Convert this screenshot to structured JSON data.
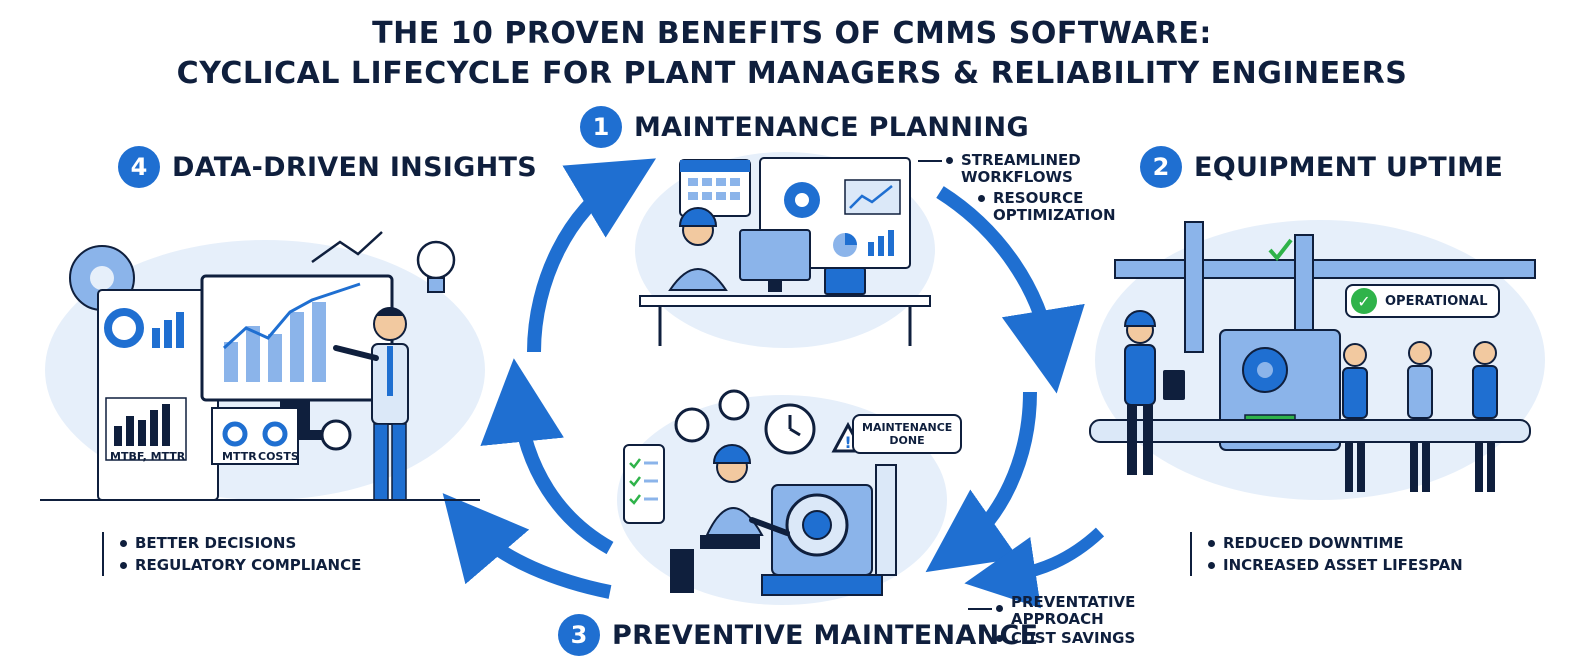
{
  "title": {
    "line1": "THE 10 PROVEN BENEFITS OF CMMS SOFTWARE:",
    "line2": "CYCLICAL LIFECYCLE FOR PLANT MANAGERS & RELIABILITY ENGINEERS"
  },
  "stages": {
    "s1": {
      "number": "1",
      "title": "MAINTENANCE PLANNING",
      "benefits": [
        "STREAMLINED WORKFLOWS",
        "RESOURCE OPTIMIZATION"
      ]
    },
    "s2": {
      "number": "2",
      "title": "EQUIPMENT UPTIME",
      "benefits": [
        "REDUCED DOWNTIME",
        "INCREASED ASSET LIFESPAN"
      ],
      "status_badge": "OPERATIONAL"
    },
    "s3": {
      "number": "3",
      "title": "PREVENTIVE MAINTENANCE",
      "benefits": [
        "PREVENTATIVE APPROACH",
        "COST SAVINGS"
      ],
      "sign": "MAINTENANCE DONE"
    },
    "s4": {
      "number": "4",
      "title": "DATA-DRIVEN INSIGHTS",
      "benefits": [
        "BETTER DECISIONS",
        "REGULATORY COMPLIANCE"
      ],
      "chart_label_a": "MTBF, MTTR",
      "chart_label_b": "MTTR",
      "chart_label_c": "COSTS"
    }
  },
  "colors": {
    "primary": "#1f6fd1",
    "dark": "#0f1f3d",
    "light_blue": "#dbe8f8",
    "mid_blue": "#8bb4ea",
    "green": "#2fb34a"
  }
}
